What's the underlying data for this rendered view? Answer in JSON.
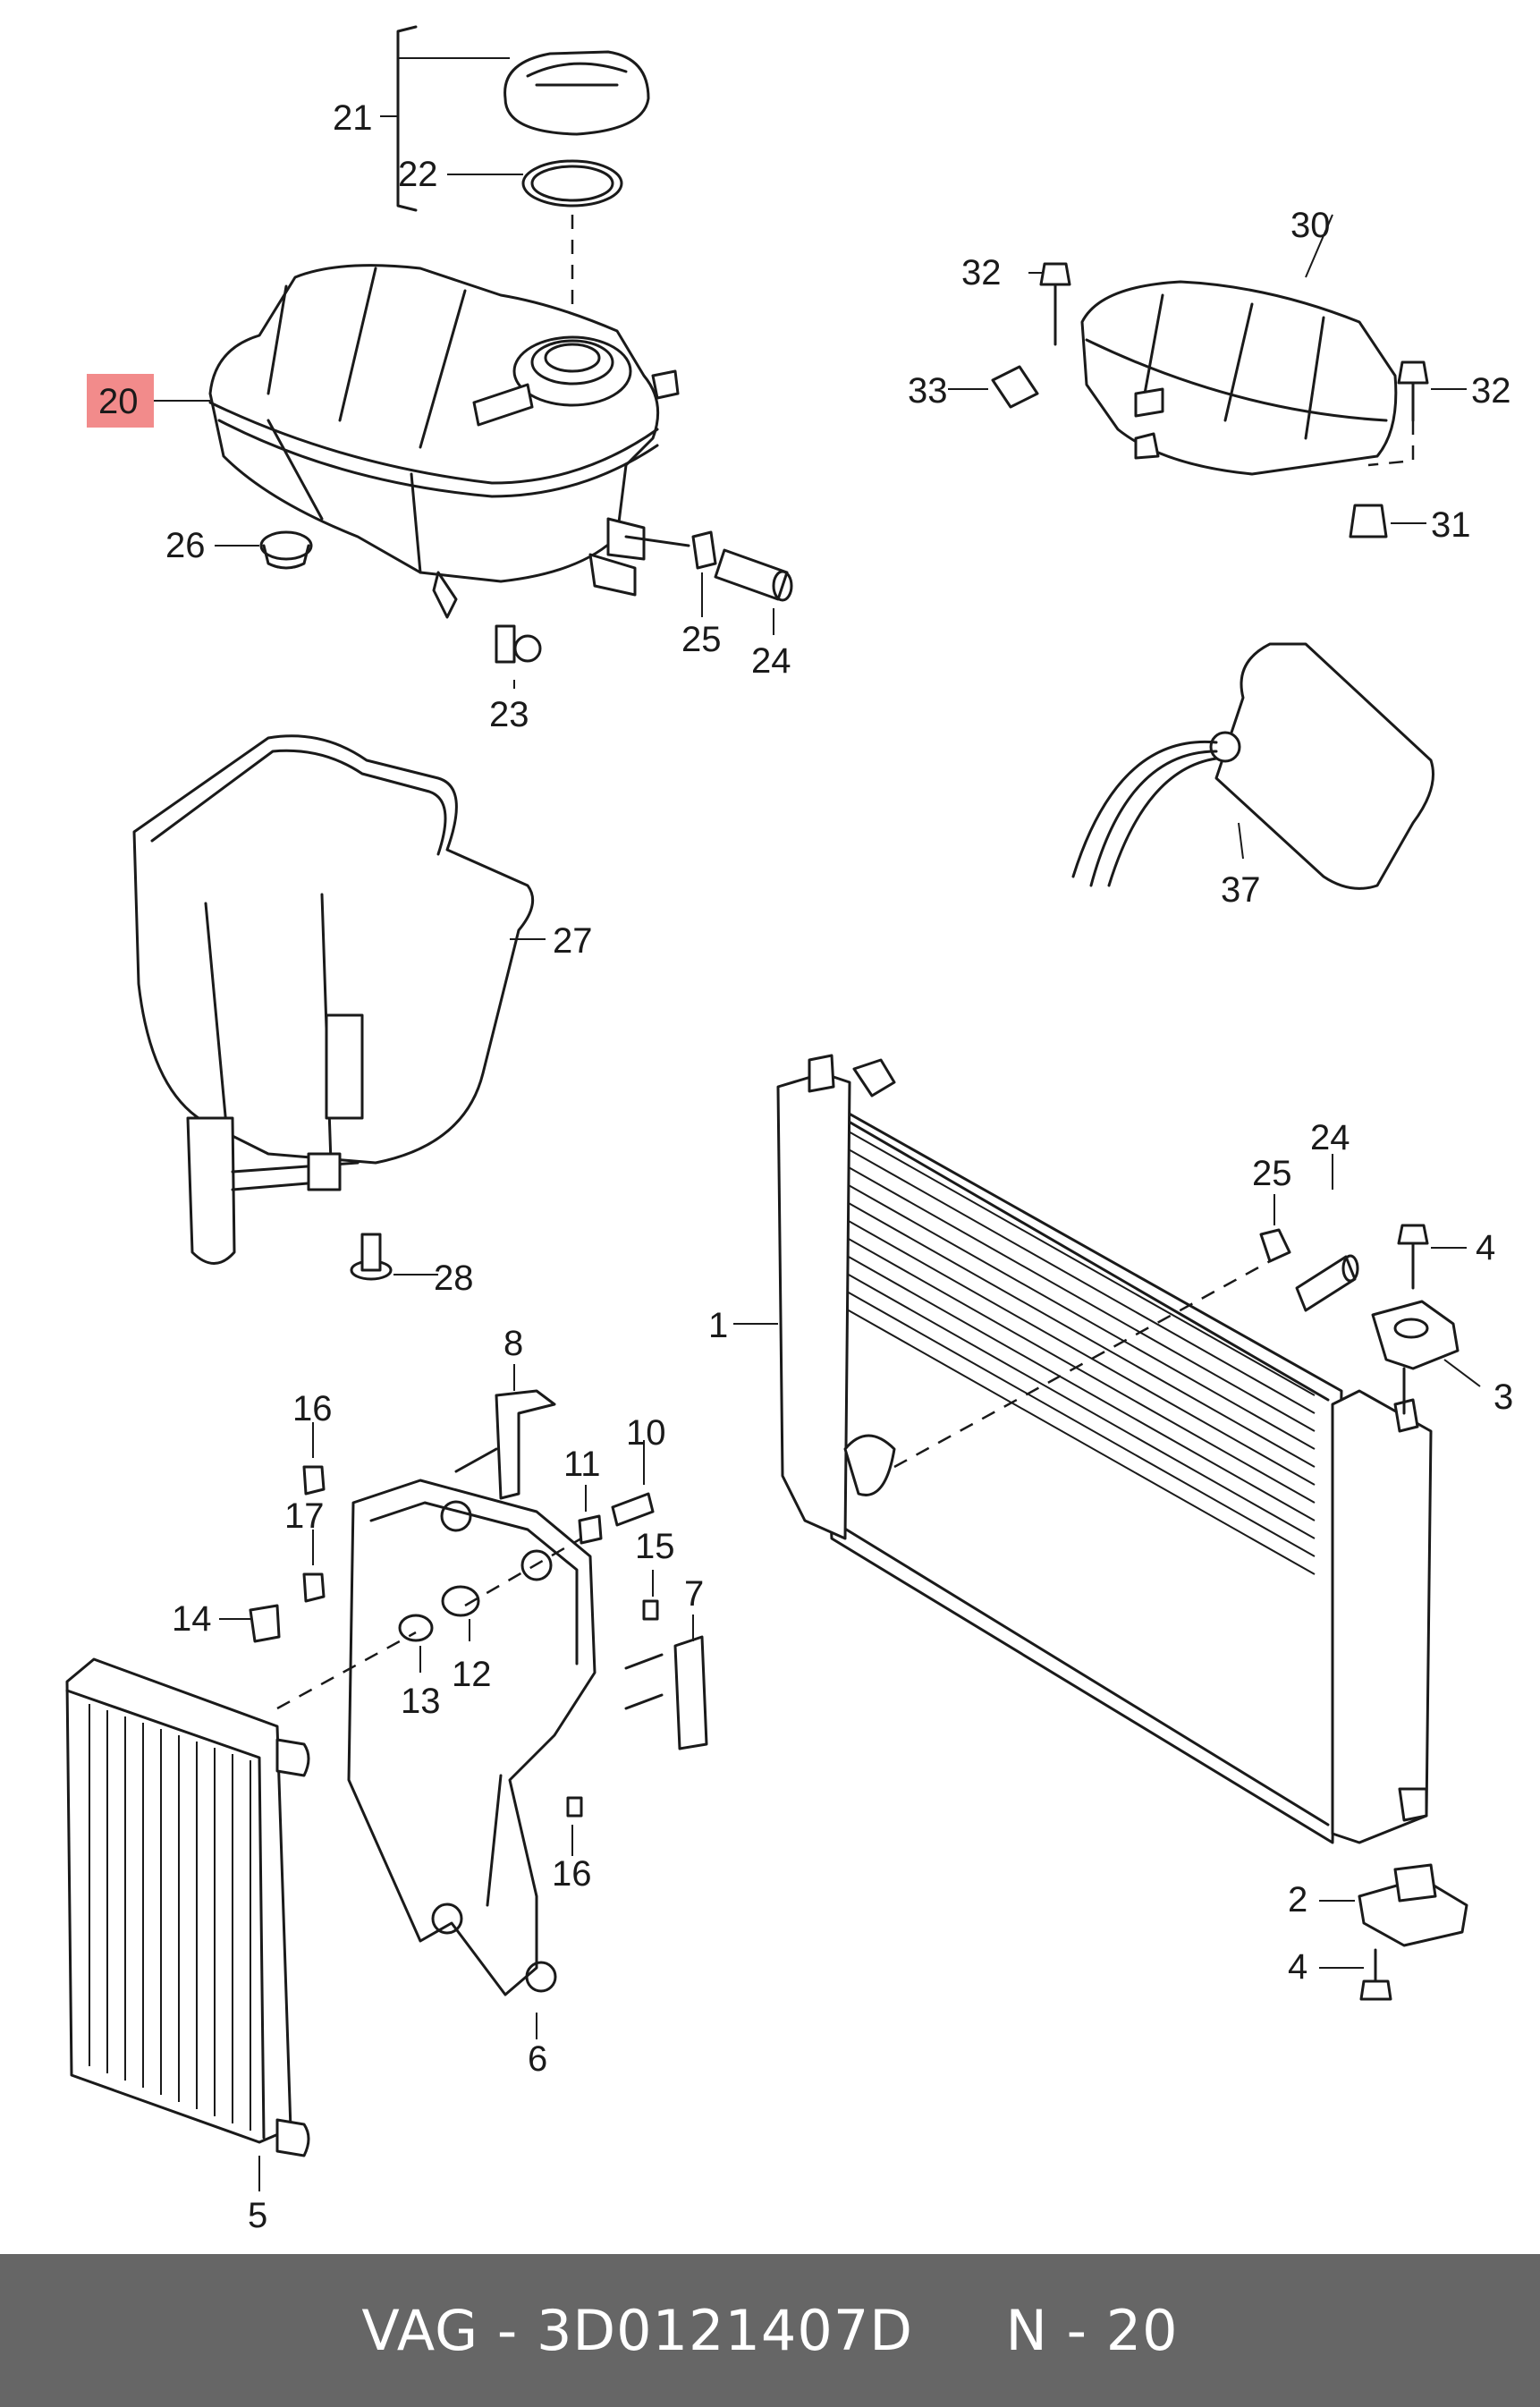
{
  "diagram": {
    "callouts": {
      "c1": "1",
      "c2": "2",
      "c3": "3",
      "c4a": "4",
      "c4b": "4",
      "c5": "5",
      "c6": "6",
      "c7": "7",
      "c8": "8",
      "c10": "10",
      "c11": "11",
      "c12": "12",
      "c13": "13",
      "c14": "14",
      "c15": "15",
      "c16a": "16",
      "c16b": "16",
      "c17": "17",
      "c20": "20",
      "c21": "21",
      "c22": "22",
      "c23": "23",
      "c24a": "24",
      "c24b": "24",
      "c25a": "25",
      "c25b": "25",
      "c26": "26",
      "c27": "27",
      "c28": "28",
      "c30": "30",
      "c31": "31",
      "c32a": "32",
      "c32b": "32",
      "c33": "33",
      "c37": "37"
    },
    "highlight_color": "#f28b8b"
  },
  "footer": {
    "text": "VAG - 3D0121407D     N - 20",
    "background": "#666666"
  }
}
